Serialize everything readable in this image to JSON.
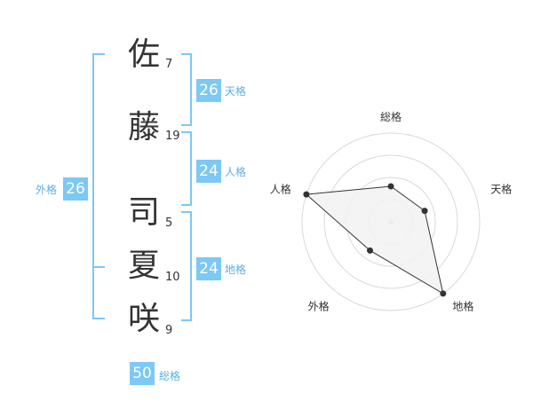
{
  "name": {
    "characters": [
      {
        "char": "佐",
        "strokes": "7"
      },
      {
        "char": "藤",
        "strokes": "19"
      },
      {
        "char": "司",
        "strokes": "5"
      },
      {
        "char": "夏",
        "strokes": "10"
      },
      {
        "char": "咲",
        "strokes": "9"
      }
    ]
  },
  "fortunes": {
    "tenkaku": {
      "label": "天格",
      "value": "26"
    },
    "jinkaku": {
      "label": "人格",
      "value": "24"
    },
    "chikaku": {
      "label": "地格",
      "value": "24"
    },
    "gaikaku": {
      "label": "外格",
      "value": "26"
    },
    "soukaku": {
      "label": "総格",
      "value": "50"
    }
  },
  "colors": {
    "accent": "#7cc8f6",
    "label_text": "#5aaeea",
    "text": "#333333",
    "grid": "#d9d9d9",
    "fill": "#f2f2f2"
  },
  "chart_data": {
    "type": "radar",
    "axes": [
      "総格",
      "天格",
      "地格",
      "外格",
      "人格"
    ],
    "values": [
      2,
      2,
      5,
      2,
      5
    ],
    "max": 5,
    "rings": 4,
    "grid": true
  }
}
